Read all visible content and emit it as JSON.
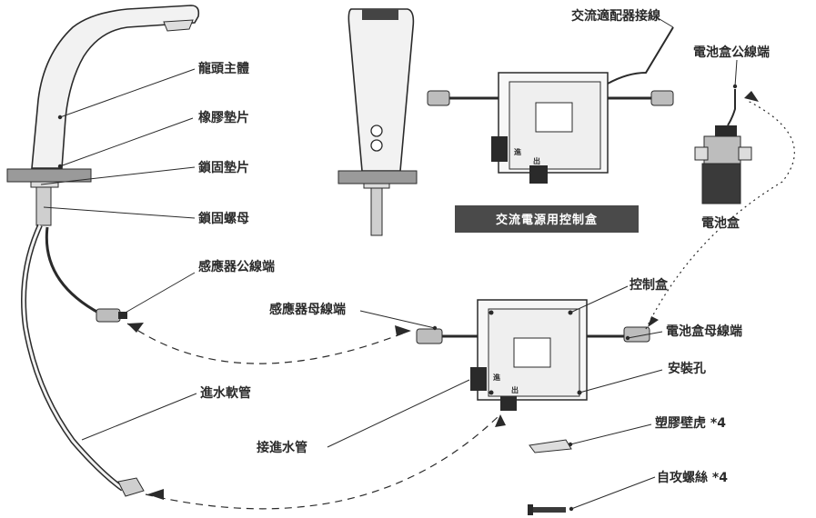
{
  "labels": {
    "faucet_body": "龍頭主體",
    "rubber_gasket": "橡膠墊片",
    "lock_gasket": "鎖固墊片",
    "lock_nut": "鎖固螺母",
    "sensor_male": "感應器公線端",
    "inlet_hose": "進水軟管",
    "ac_adapter_wire": "交流適配器接線",
    "battery_male": "電池盒公線端",
    "battery_box": "電池盒",
    "ac_banner": "交流電源用控制盒",
    "control_box": "控制盒",
    "sensor_female": "感應器母線端",
    "battery_female": "電池盒母線端",
    "mount_hole": "安裝孔",
    "inlet_connect": "接進水管",
    "anchor": "塑膠壁虎 *4",
    "screw": "自攻螺絲 *4"
  },
  "box_marks": {
    "inlet": "進",
    "outlet": "出"
  },
  "colors": {
    "line": "#2a2a2a",
    "faucet_fill": "#f2f2f2",
    "countertop": "#9a9a9a",
    "banner_bg": "#4a4a4a",
    "box_fill": "#f7f7f7"
  }
}
